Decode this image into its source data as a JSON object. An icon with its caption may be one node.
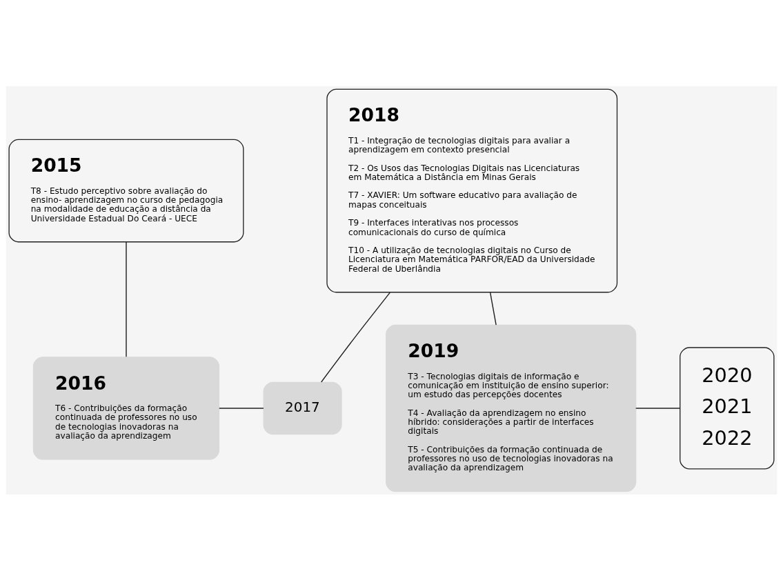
{
  "diagram": {
    "nodes": [
      {
        "text": [
          "2015",
          "T8 - Estudo perceptivo sobre avaliação do ensino- aprendizagem no curso de pedagogia na modalidade de educação a distância da Universidade Estadual Do Ceará - UECE"
        ]
      },
      {
        "text": [
          "2016",
          "T6 - Contribuições da formação continuada de professores no uso de tecnologias inovadoras na avaliação da aprendizagem"
        ]
      },
      {
        "text": [
          "2017"
        ]
      },
      {
        "text": [
          "2018",
          "T1 - Integração de tecnologias digitais para avaliar a aprendizagem em contexto presencial",
          "T2 - Os Usos das Tecnologias Digitais nas Licenciaturas em Matemática a Distância em Minas Gerais",
          "T7 - XAVIER: Um software educativo para avaliação de mapas conceituais",
          "T9 - Interfaces interativas nos processos comunicacionais do curso de química",
          "T10 - A utilização de tecnologias digitais no Curso de Licenciatura em Matemática PARFOR/EAD da Universidade Federal de Uberlândia"
        ]
      },
      {
        "text": [
          "2019",
          "T3 - Tecnologias digitais de informação e comunicação em instituição de ensino superior: um estudo das percepções docentes",
          "T4 - Avaliação da aprendizagem no ensino híbrido: considerações a partir de interfaces digitais",
          "T5 - Contribuições da formação continuada de professores no uso de tecnologias inovadoras na avaliação da aprendizagem"
        ]
      },
      {
        "text": [
          "2020",
          "2021",
          "2022"
        ]
      }
    ],
    "edges": [
      {
        "from": 0,
        "to": 1,
        "arrow": "none"
      },
      {
        "from": 1,
        "to": 2,
        "arrow": "none"
      },
      {
        "from": 2,
        "to": 3,
        "arrow": "none"
      },
      {
        "from": 3,
        "to": 4,
        "arrow": "none"
      },
      {
        "from": 4,
        "to": 5,
        "arrow": "none"
      }
    ]
  }
}
